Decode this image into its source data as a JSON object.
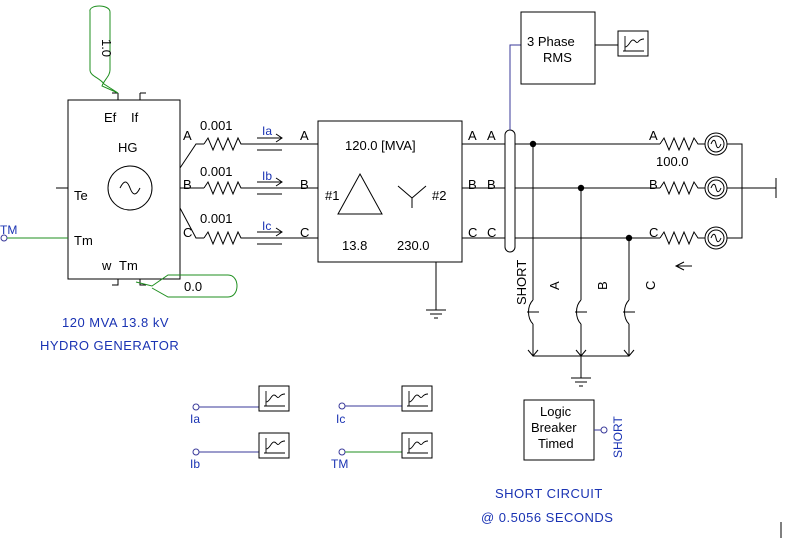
{
  "generator": {
    "ef": "Ef",
    "if": "If",
    "hg": "HG",
    "te": "Te",
    "tm": "Tm",
    "w": "w",
    "tm_out": "Tm",
    "ef_input": "1.0",
    "w_input": "0.0",
    "tm_source": "TM",
    "phases": [
      "A",
      "B",
      "C"
    ],
    "caption_line1": "120 MVA 13.8 kV",
    "caption_line2": "HYDRO  GENERATOR"
  },
  "line_resistors": [
    "0.001",
    "0.001",
    "0.001"
  ],
  "currents": [
    "Ia",
    "Ib",
    "Ic"
  ],
  "phase_labels": [
    "A",
    "B",
    "C"
  ],
  "transformer": {
    "rating": "120.0 [MVA]",
    "winding1": "#1",
    "winding2": "#2",
    "v1": "13.8",
    "v2": "230.0"
  },
  "rms_block": {
    "line1": "3 Phase",
    "line2": "RMS"
  },
  "source": {
    "impedance": "100.0"
  },
  "fault": {
    "short": "SHORT",
    "breakers": [
      "A",
      "B",
      "C"
    ]
  },
  "logic_block": {
    "line1": "Logic",
    "line2": "Breaker",
    "line3": "Timed",
    "output": "SHORT"
  },
  "meters": [
    "Ia",
    "Ib",
    "Ic",
    "TM"
  ],
  "caption": {
    "line1": "SHORT CIRCUIT",
    "line2": "@ 0.5056 SECONDS"
  }
}
